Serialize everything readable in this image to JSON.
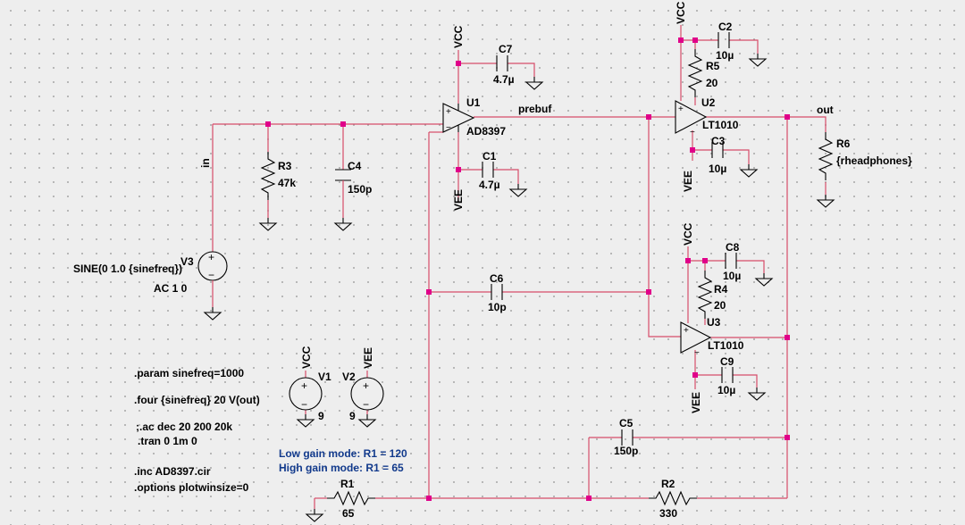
{
  "nets": {
    "vcc": "VCC",
    "vee": "VEE",
    "in": "in",
    "prebuf": "prebuf",
    "out": "out"
  },
  "components": {
    "u1": {
      "ref": "U1",
      "model": "AD8397"
    },
    "u2": {
      "ref": "U2",
      "model": "LT1010"
    },
    "u3": {
      "ref": "U3",
      "model": "LT1010"
    },
    "r1": {
      "ref": "R1",
      "value": "65"
    },
    "r2": {
      "ref": "R2",
      "value": "330"
    },
    "r3": {
      "ref": "R3",
      "value": "47k"
    },
    "r4": {
      "ref": "R4",
      "value": "20"
    },
    "r5": {
      "ref": "R5",
      "value": "20"
    },
    "r6": {
      "ref": "R6",
      "value": "{rheadphones}"
    },
    "c1": {
      "ref": "C1",
      "value": "4.7µ"
    },
    "c2": {
      "ref": "C2",
      "value": "10µ"
    },
    "c3": {
      "ref": "C3",
      "value": "10µ"
    },
    "c4": {
      "ref": "C4",
      "value": "150p"
    },
    "c5": {
      "ref": "C5",
      "value": "150p"
    },
    "c6": {
      "ref": "C6",
      "value": "10p"
    },
    "c7": {
      "ref": "C7",
      "value": "4.7µ"
    },
    "c8": {
      "ref": "C8",
      "value": "10µ"
    },
    "c9": {
      "ref": "C9",
      "value": "10µ"
    },
    "v1": {
      "ref": "V1",
      "value": "9"
    },
    "v2": {
      "ref": "V2",
      "value": "9"
    },
    "v3": {
      "ref": "V3",
      "line1": "SINE(0 1.0 {sinefreq})",
      "line2": "AC 1 0"
    }
  },
  "directives": [
    ".param sinefreq=1000",
    ".four {sinefreq} 20 V(out)",
    ";.ac dec 20 200 20k",
    ".tran 0 1m 0",
    ".inc AD8397.cir",
    ".options plotwinsize=0"
  ],
  "comments": [
    "Low gain mode: R1 = 120",
    "High gain mode: R1 = 65"
  ],
  "colors": {
    "wire": "#d64d6a",
    "junction": "#e0008a",
    "comment": "#123a8c",
    "background": "#eeeeee"
  }
}
